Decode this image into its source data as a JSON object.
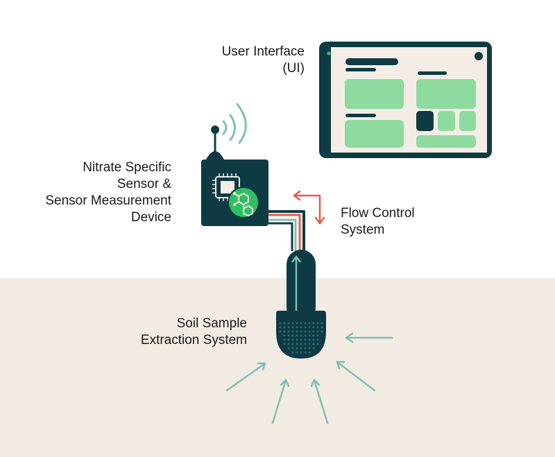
{
  "labels": {
    "ui": [
      "User Interface",
      "(UI)"
    ],
    "sensor": [
      "Nitrate Specific",
      "Sensor &",
      "Sensor Measurement",
      "Device"
    ],
    "flow": [
      "Flow Control",
      "System"
    ],
    "soil": [
      "Soil Sample",
      "Extraction System"
    ]
  },
  "colors": {
    "dark": "#0e3b43",
    "teal_line": "#7fbfb2",
    "green_light": "#8edba0",
    "green_icon": "#2fbf5f",
    "red": "#e65a4a",
    "screen_bg": "#f3ede6",
    "ground": "#f1ebe4"
  },
  "icons": [
    "wifi-signal-icon",
    "chip-icon",
    "molecule-icon",
    "bidirectional-arrow-icon",
    "flow-up-arrow-icon"
  ]
}
